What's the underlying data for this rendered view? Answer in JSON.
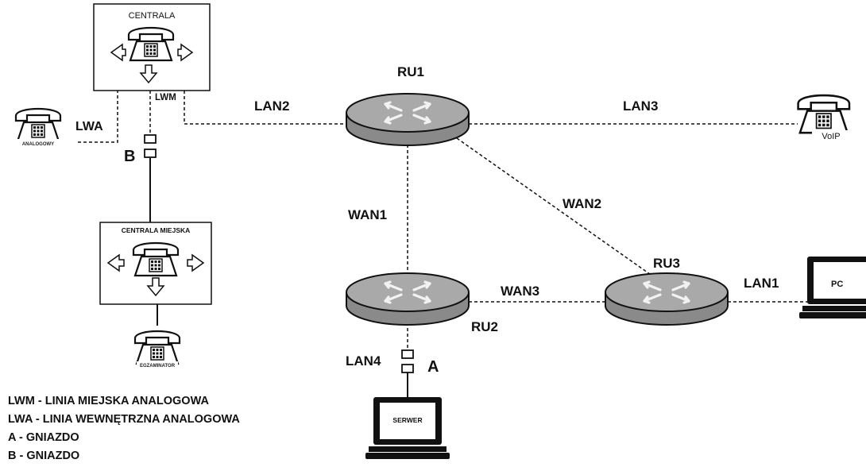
{
  "nodes": {
    "centrala": "CENTRALA",
    "centrala_miejska": "CENTRALA MIEJSKA",
    "analog_phone": "ANALOGOWY",
    "examiner_phone": "EGZAMINATOR",
    "voip_phone": "VoIP",
    "ru1": "RU1",
    "ru2": "RU2",
    "ru3": "RU3",
    "pc": "PC",
    "server": "SERWER"
  },
  "links": {
    "lwa": "LWA",
    "lwm": "LWM",
    "lan1": "LAN1",
    "lan2": "LAN2",
    "lan3": "LAN3",
    "lan4": "LAN4",
    "wan1": "WAN1",
    "wan2": "WAN2",
    "wan3": "WAN3"
  },
  "sockets": {
    "a": "A",
    "b": "B"
  },
  "legend": [
    "LWM - LINIA MIEJSKA ANALOGOWA",
    "LWA - LINIA WEWNĘTRZNA ANALOGOWA",
    "A  - GNIAZDO",
    "B  - GNIAZDO"
  ]
}
